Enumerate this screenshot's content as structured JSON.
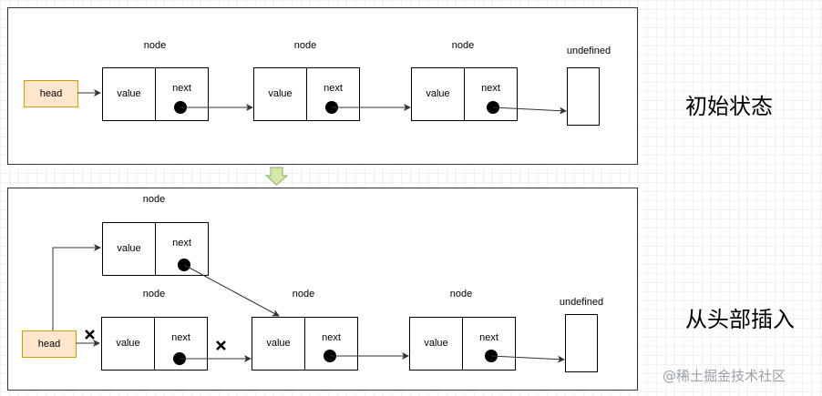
{
  "labels": {
    "node": "node",
    "value": "value",
    "next": "next",
    "head": "head",
    "undefined": "undefined"
  },
  "captions": {
    "initial_state": "初始状态",
    "head_insert": "从头部插入"
  },
  "watermark": "@稀土掘金技术社区",
  "colors": {
    "head_fill": "#ffe6cc",
    "head_border": "#d79b00",
    "down_arrow_fill": "#d5e8a8",
    "down_arrow_border": "#82b366"
  }
}
